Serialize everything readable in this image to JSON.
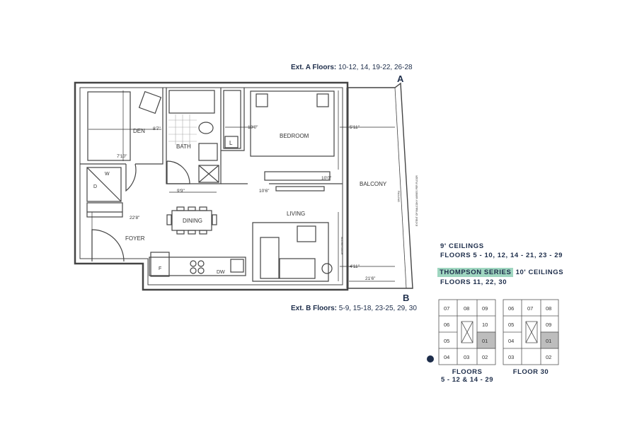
{
  "extensions": {
    "a": {
      "label": "Ext. A Floors:",
      "value": "10-12, 14, 19-22, 26-28",
      "letter": "A"
    },
    "b": {
      "label": "Ext. B Floors:",
      "value": "5-9, 15-18, 23-25, 29, 30",
      "letter": "B"
    }
  },
  "rooms": {
    "den": "DEN",
    "bath": "BATH",
    "bedroom": "BEDROOM",
    "balcony": "BALCONY",
    "dining": "DINING",
    "living": "LIVING",
    "foyer": "FOYER"
  },
  "fixtures": {
    "linen": "L",
    "washer": "W",
    "dryer": "D",
    "fridge": "F",
    "dishwasher": "DW"
  },
  "dimensions": {
    "den": "8'7\"",
    "den_width": "7'10\"",
    "bath_width": "9'9\"",
    "bedroom_depth": "10'0\"",
    "bedroom_right": "5'11\"",
    "bedroom_bottom": "10'0\"",
    "living_left": "10'6\"",
    "foyer": "22'8\"",
    "living_right": "4'11\"",
    "balcony_bottom": "21'6\""
  },
  "notes": {
    "railing": "RAILING",
    "sliding_door": "SLIDING DOOR",
    "balcony_extent": "EXTENT OF BALCONY VARIES PER FLOOR"
  },
  "ceilings": {
    "line1": "9' CEILINGS",
    "line2": "FLOORS 5 - 10, 12, 14 - 21, 23 - 29",
    "series": "THOMPSON SERIES",
    "line3": "10' CEILINGS",
    "line4": "FLOORS 11, 22, 30"
  },
  "keyplan_a": {
    "label1": "FLOORS",
    "label2": "5 - 12 & 14 - 29",
    "units": [
      "07",
      "08",
      "09",
      "06",
      "10",
      "05",
      "01",
      "04",
      "03",
      "02"
    ]
  },
  "keyplan_b": {
    "label1": "FLOOR 30",
    "units": [
      "06",
      "07",
      "08",
      "05",
      "09",
      "04",
      "01",
      "03",
      "02"
    ]
  },
  "colors": {
    "ink": "#1d2d4a",
    "wall": "#444444",
    "highlight": "#9fd6c0",
    "unit_fill": "#bdbdbd"
  }
}
